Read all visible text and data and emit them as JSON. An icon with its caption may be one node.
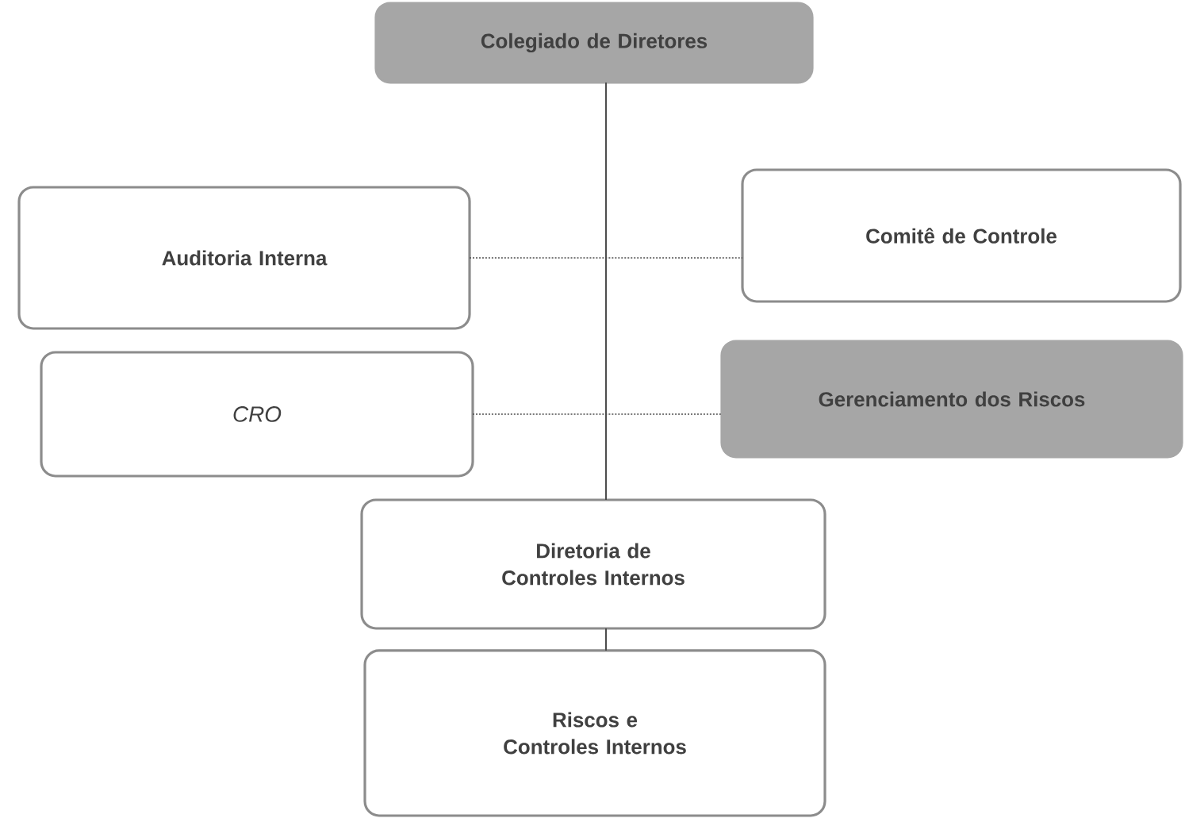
{
  "diagram": {
    "nodes": [
      {
        "text": [
          "Colegiado de Diretores"
        ]
      },
      {
        "text": [
          "Auditoria Interna"
        ]
      },
      {
        "text": [
          "Comitê de Controle"
        ]
      },
      {
        "text": [
          "CRO"
        ]
      },
      {
        "text": [
          "Gerenciamento dos Riscos"
        ]
      },
      {
        "text": [
          "Diretoria de Controles Internos"
        ]
      },
      {
        "text": [
          "Riscos e Controles Internos"
        ]
      }
    ],
    "edges": [
      {
        "from": 0,
        "to": 5,
        "arrow": "none"
      },
      {
        "from": 1,
        "to": 2,
        "arrow": "none",
        "style": "dashed"
      },
      {
        "from": 3,
        "to": 4,
        "arrow": "none",
        "style": "dashed"
      },
      {
        "from": 5,
        "to": 6,
        "arrow": "none"
      }
    ]
  }
}
